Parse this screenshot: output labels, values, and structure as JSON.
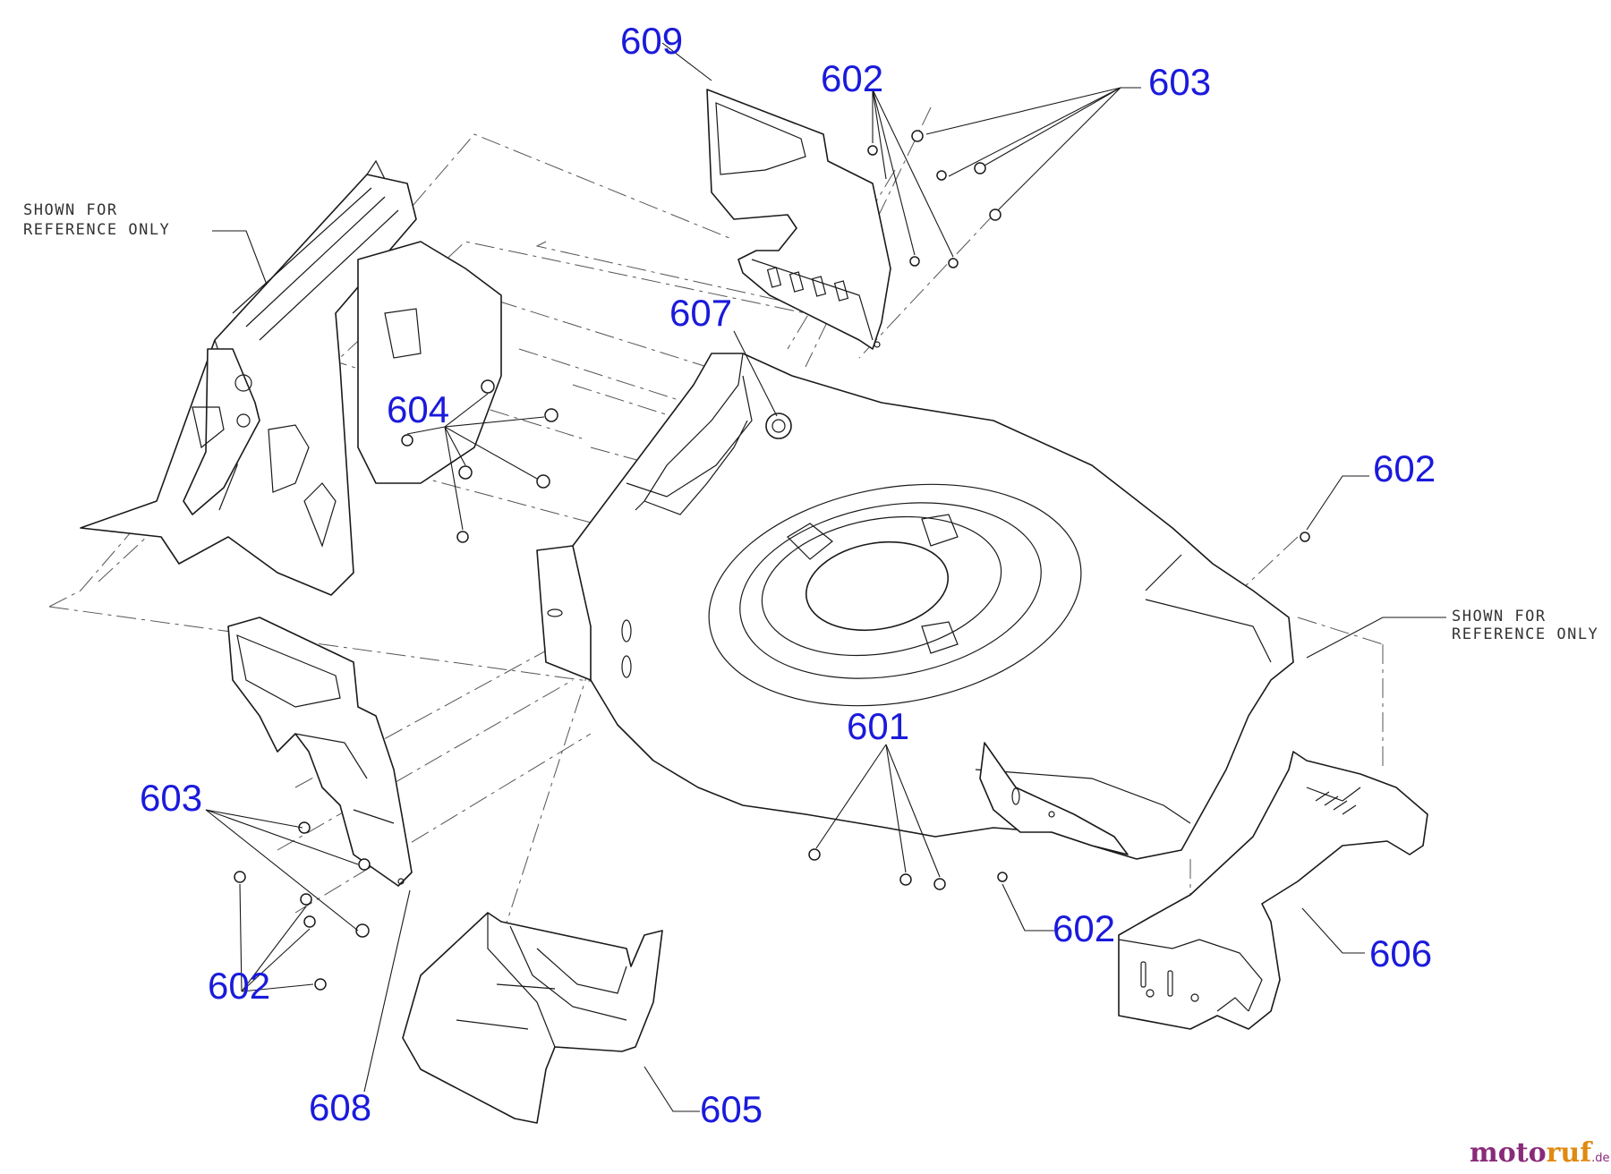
{
  "diagram": {
    "notes": {
      "left_line1": "SHOWN FOR",
      "left_line2": "REFERENCE ONLY",
      "right_line1": "SHOWN FOR",
      "right_line2": "REFERENCE ONLY"
    },
    "callouts": {
      "c609": "609",
      "c602_top": "602",
      "c603_top": "603",
      "c607": "607",
      "c604": "604",
      "c602_right": "602",
      "c601": "601",
      "c603_left": "603",
      "c602_bottom_right": "602",
      "c606": "606",
      "c602_bottom_left": "602",
      "c608": "608",
      "c605": "605"
    },
    "watermark": {
      "part1": "moto",
      "part2": "ruf",
      "tld": ".de"
    },
    "colors": {
      "callout": "#1a1adc",
      "line": "#1a1a1a"
    }
  }
}
